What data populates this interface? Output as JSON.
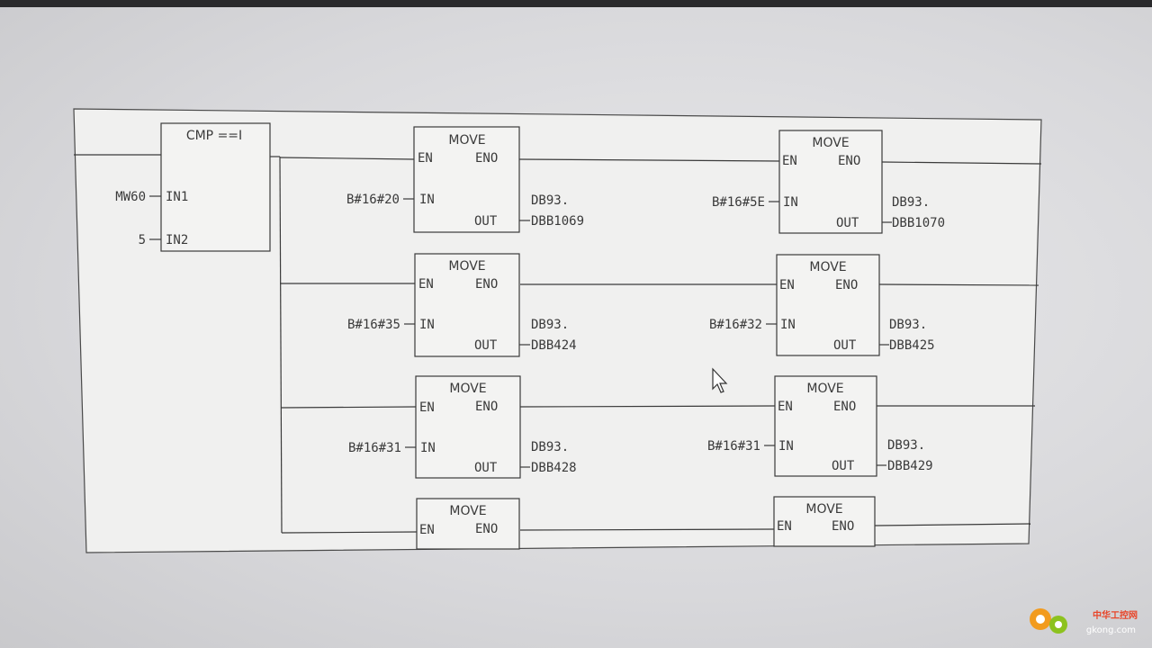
{
  "compare": {
    "title": "CMP ==I",
    "in1_label": "IN1",
    "in2_label": "IN2",
    "in1_value": "MW60",
    "in2_value": "5"
  },
  "move_labels": {
    "title": "MOVE",
    "en": "EN",
    "eno": "ENO",
    "in": "IN",
    "out": "OUT",
    "db_prefix": "DB93."
  },
  "rows": [
    {
      "left": {
        "in": "B#16#20",
        "out": "DBB1069"
      },
      "right": {
        "in": "B#16#5E",
        "out": "DBB1070"
      }
    },
    {
      "left": {
        "in": "B#16#35",
        "out": "DBB424"
      },
      "right": {
        "in": "B#16#32",
        "out": "DBB425"
      }
    },
    {
      "left": {
        "in": "B#16#31",
        "out": "DBB428"
      },
      "right": {
        "in": "B#16#31",
        "out": "DBB429"
      }
    }
  ],
  "watermark": {
    "text": "中华工控网",
    "site": "gkong.com"
  },
  "colors": {
    "line": "#3a3a3a",
    "panel": "#f0f0ef",
    "accent": "#e8462a"
  }
}
